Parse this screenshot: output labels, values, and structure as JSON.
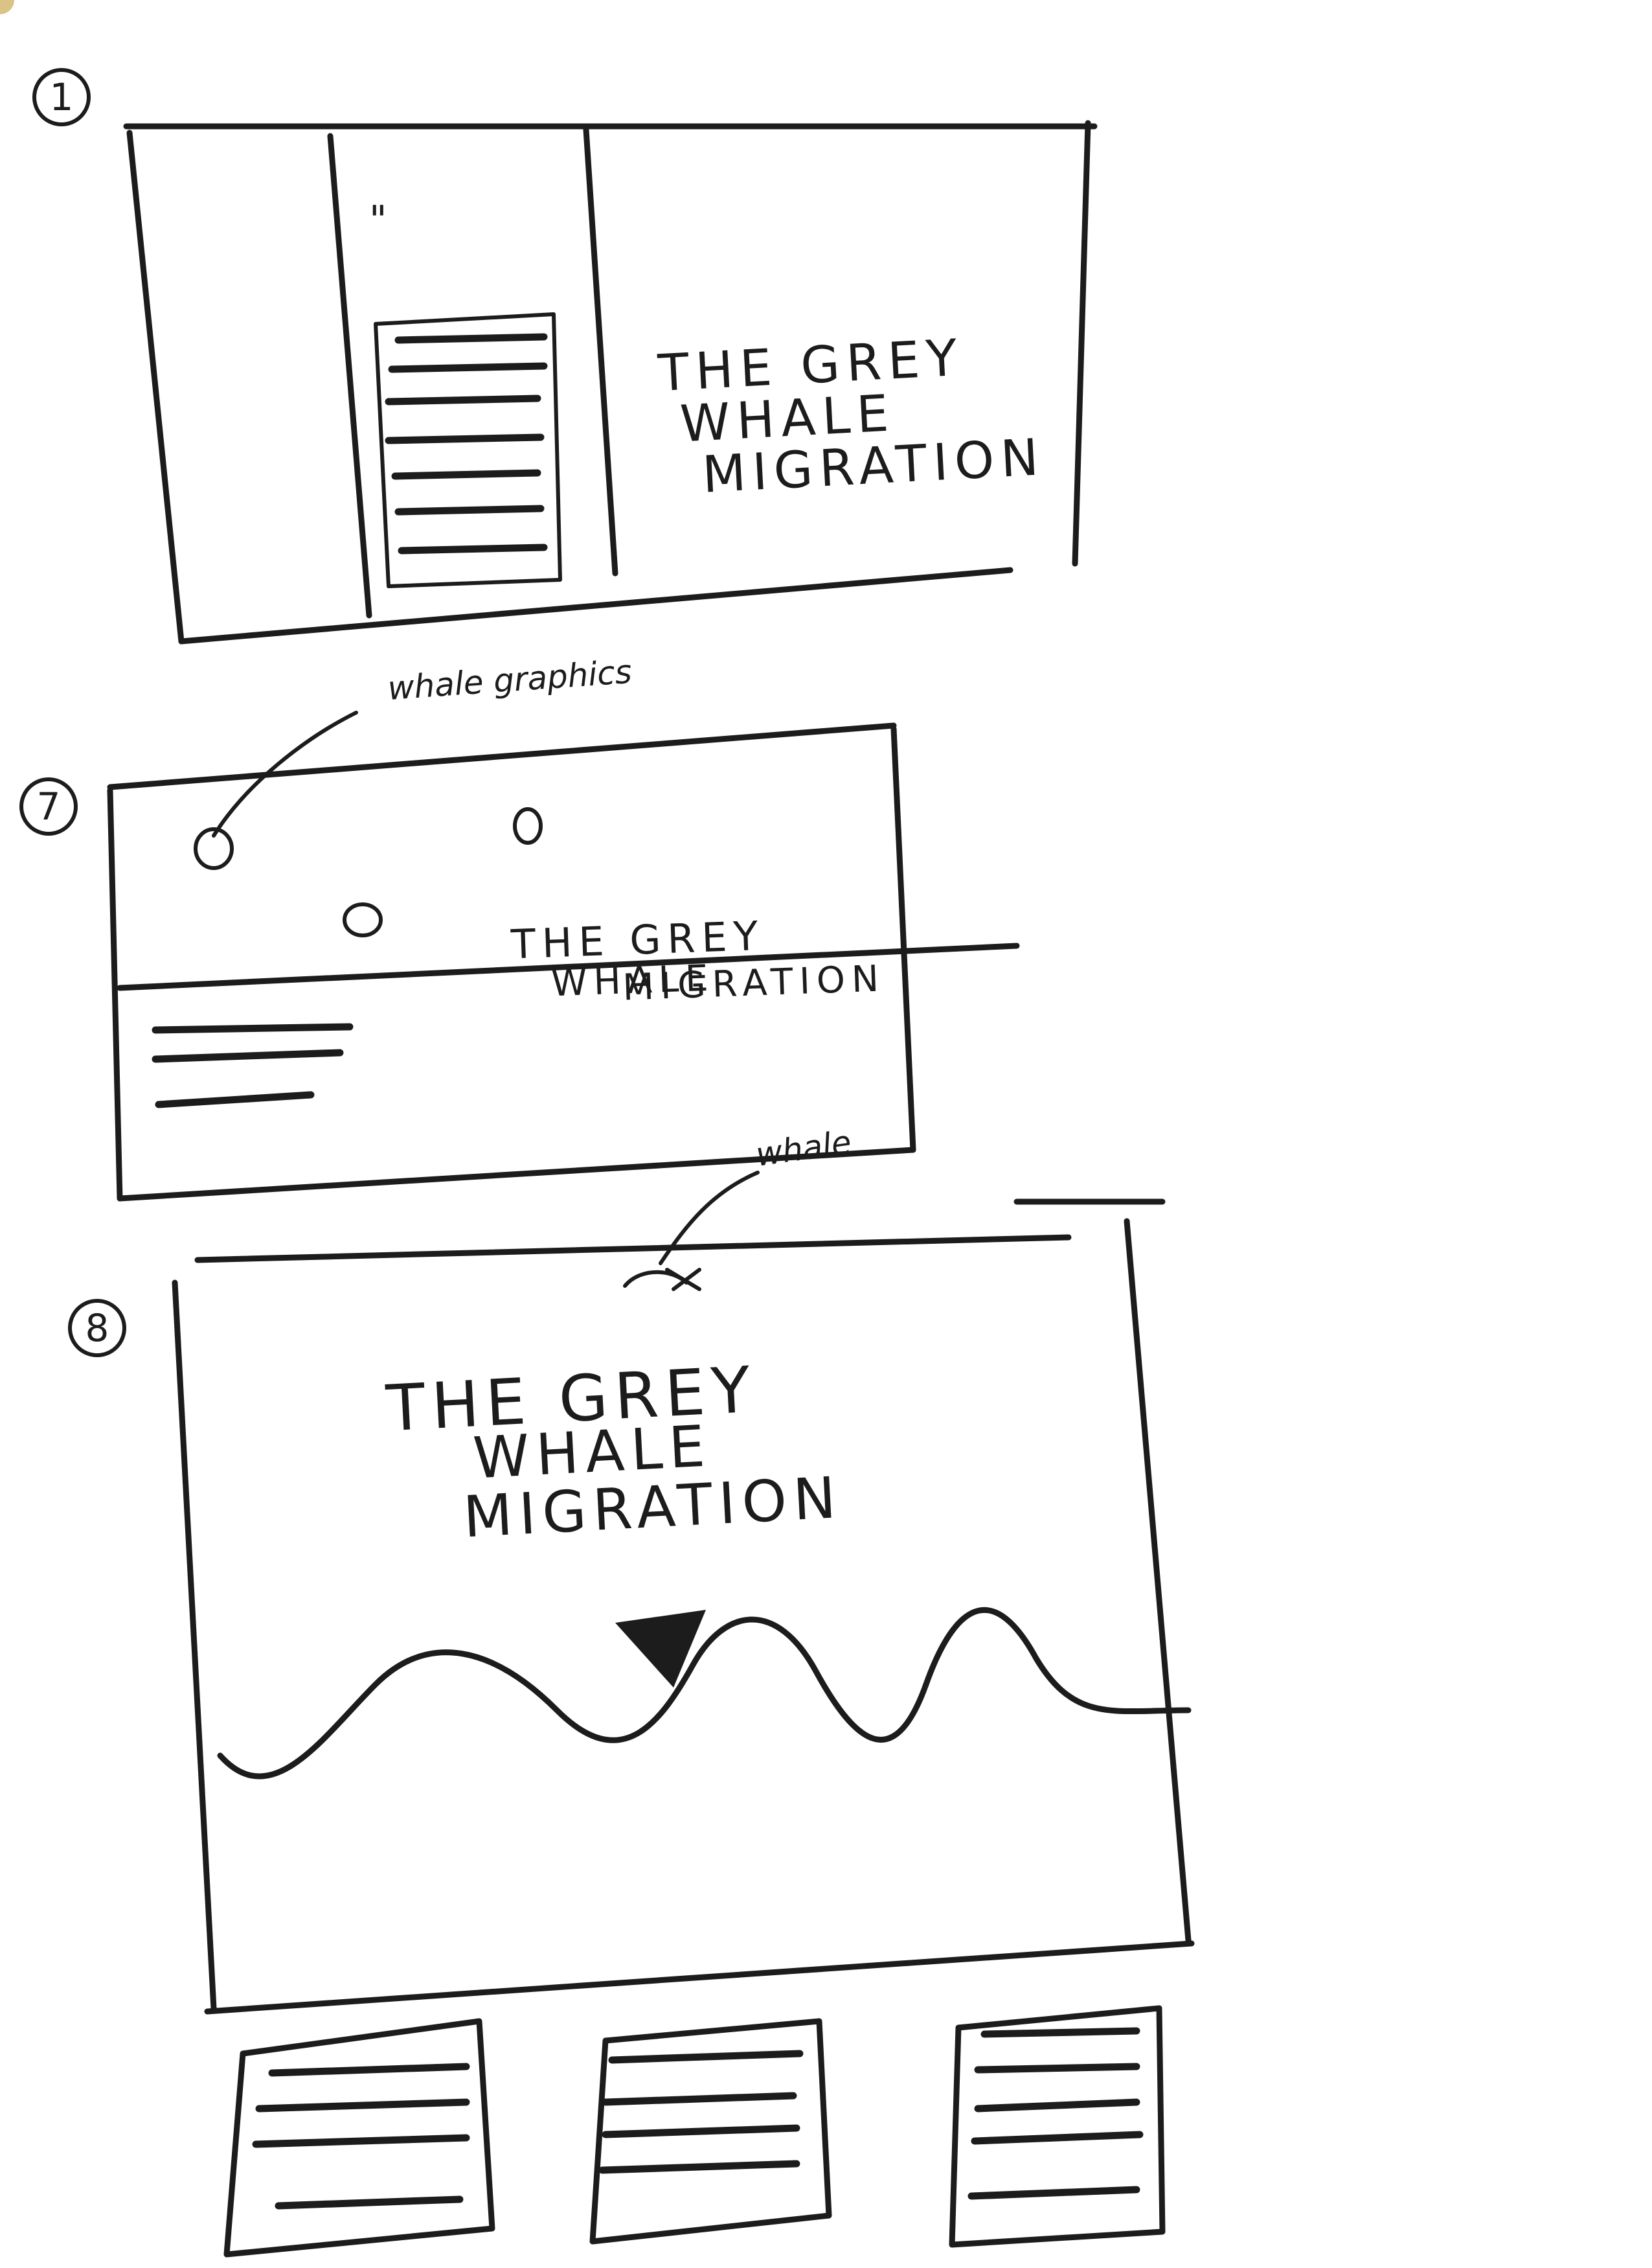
{
  "sketches": [
    {
      "number": "1",
      "tick_mark": "\"",
      "title_lines": [
        "THE GREY",
        "WHALE",
        "MIGRATION"
      ]
    },
    {
      "number": "7",
      "annotation": "whale graphics",
      "title_lines": [
        "THE GREY",
        "WHALE",
        "MIGRATION"
      ]
    },
    {
      "number": "8",
      "annotation": "whale",
      "title_lines": [
        "THE GREY",
        "WHALE",
        "MIGRATION"
      ]
    }
  ],
  "icons": [
    "whale-icon",
    "wave-line",
    "down-arrow-icon"
  ]
}
